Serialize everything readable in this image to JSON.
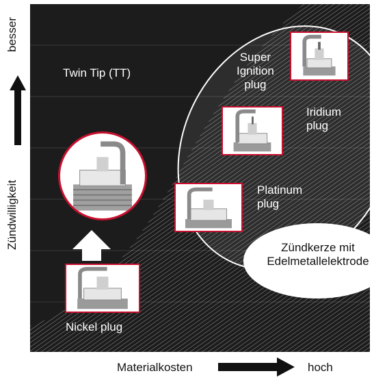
{
  "y_axis": {
    "top_label": "besser",
    "bottom_label": "Zündwilligkeit"
  },
  "x_axis": {
    "left_label": "Materialkosten",
    "right_label": "hoch"
  },
  "labels": {
    "twin_tip": "Twin Tip  (TT)",
    "super_ignition": [
      "Super",
      "Ignition",
      "plug"
    ],
    "iridium": [
      "Iridium",
      "plug"
    ],
    "platinum": [
      "Platinum",
      "plug"
    ],
    "nickel": "Nickel plug",
    "precious_metal": [
      "Zündkerze mit",
      "Edelmetallelektrode"
    ]
  },
  "colors": {
    "background": "#1c1c1c",
    "accent": "#c8102e",
    "hatch": "#ffffff"
  }
}
